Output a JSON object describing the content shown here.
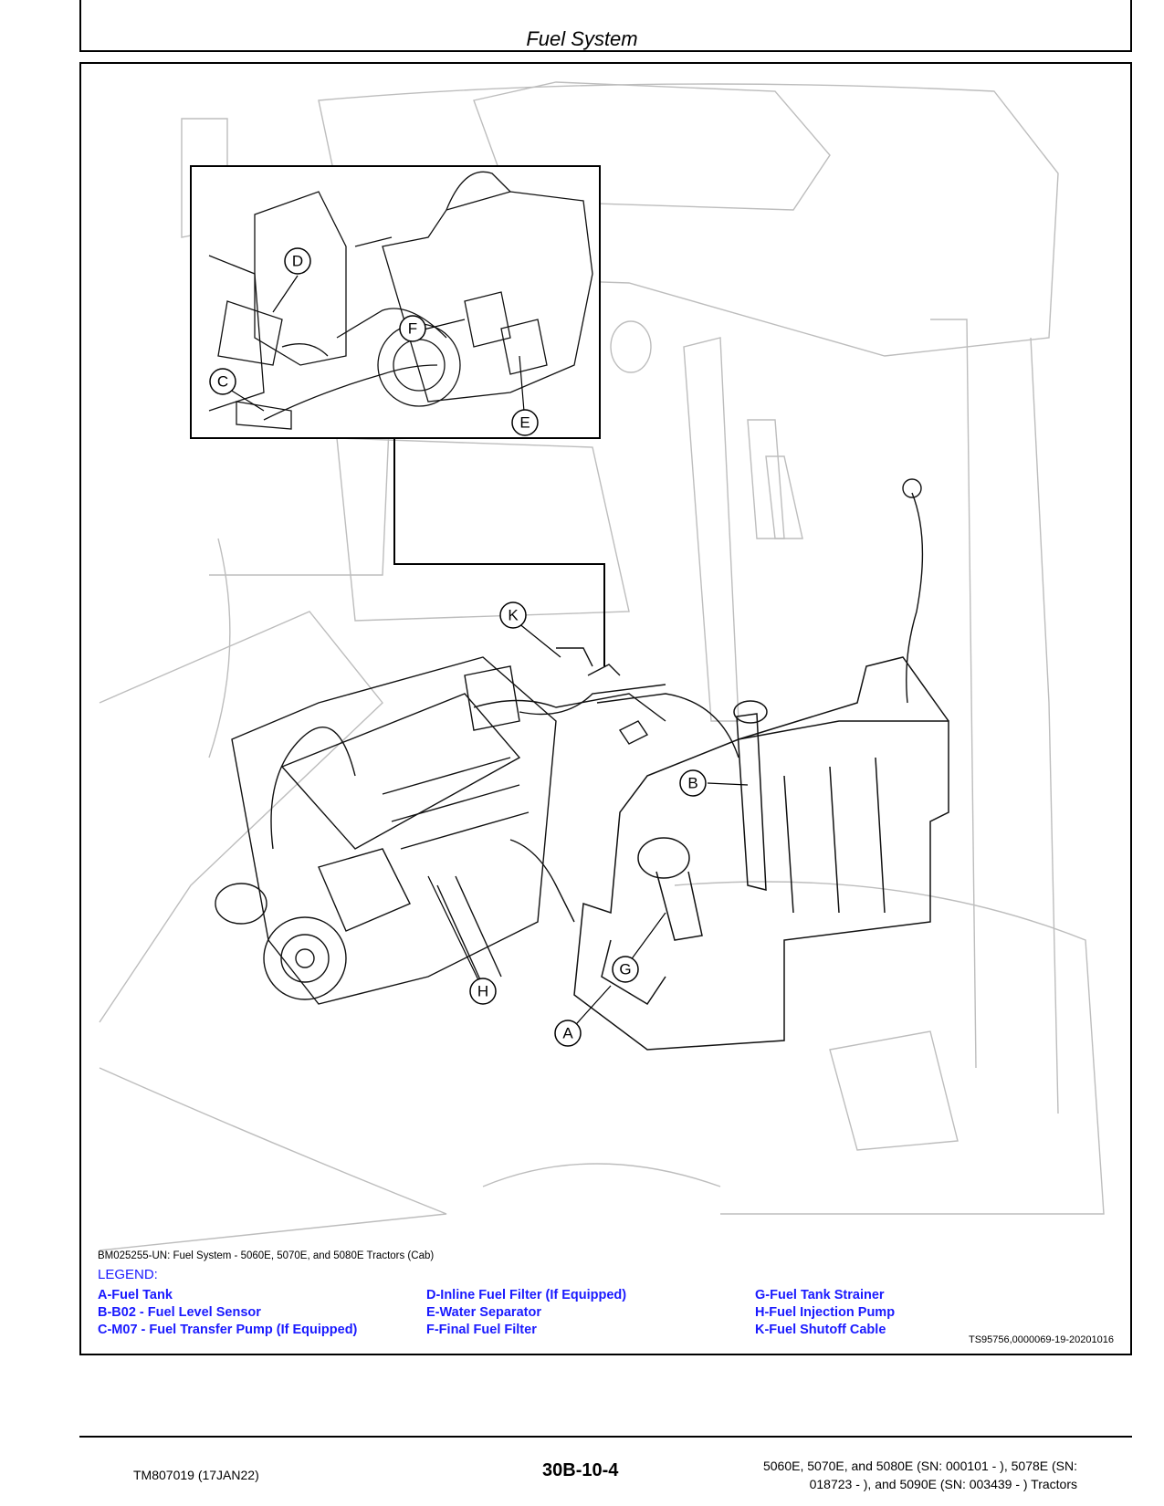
{
  "header": {
    "section_title": "Fuel System"
  },
  "figure": {
    "callouts": [
      "A",
      "B",
      "C",
      "D",
      "E",
      "F",
      "G",
      "H",
      "K"
    ],
    "caption": "BM025255-UN: Fuel System - 5060E, 5070E, and 5080E Tractors (Cab)",
    "legend_title": "LEGEND:",
    "legend_col1": [
      "A-Fuel Tank",
      "B-B02 - Fuel Level Sensor",
      "C-M07 - Fuel Transfer Pump (If Equipped)"
    ],
    "legend_col2": [
      "D-Inline Fuel Filter (If Equipped)",
      "E-Water Separator",
      "F-Final Fuel Filter"
    ],
    "legend_col3": [
      "G-Fuel Tank Strainer",
      "H-Fuel Injection Pump",
      "K-Fuel Shutoff Cable"
    ],
    "doc_id": "TS95756,0000069-19-20201016"
  },
  "footer": {
    "manual_id": "TM807019 (17JAN22)",
    "page_number": "30B-10-4",
    "models_line1": "5060E, 5070E, and 5080E (SN: 000101 - ), 5078E (SN:",
    "models_line2": "018723 - ), and 5090E (SN: 003439 - ) Tractors"
  }
}
